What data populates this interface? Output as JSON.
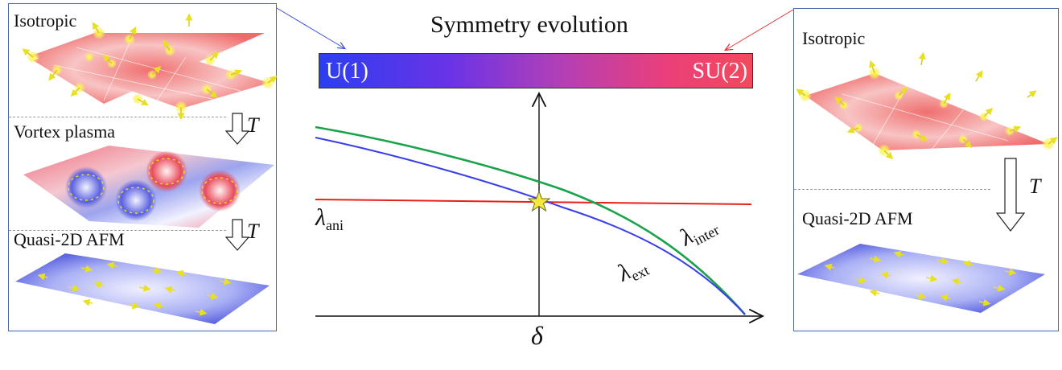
{
  "header": {
    "title": "Symmetry evolution"
  },
  "symmetry_bar": {
    "left_label": "U(1)",
    "right_label": "SU(2)"
  },
  "left_panel": {
    "sections": [
      {
        "label": "Isotropic"
      },
      {
        "label": "Vortex plasma"
      },
      {
        "label": "Quasi-2D AFM"
      }
    ],
    "arrow_label": "T"
  },
  "right_panel": {
    "sections": [
      {
        "label": "Isotropic"
      },
      {
        "label": "Quasi-2D AFM"
      }
    ],
    "arrow_label": "T"
  },
  "plot": {
    "x_axis_label": "δ",
    "curve_labels": {
      "ani": {
        "symbol": "λ",
        "subscript": "ani"
      },
      "inter": {
        "symbol": "λ",
        "subscript": "inter"
      },
      "ext": {
        "symbol": "λ",
        "subscript": "ext"
      }
    },
    "colors": {
      "ani": "#e8201c",
      "inter": "#1aa34a",
      "ext": "#3a3ee6",
      "star": "#f2e93a"
    }
  },
  "colors": {
    "isotropic": "#f4a0a0",
    "afm": "#5a62e0",
    "connector_left": "#3a4fe0",
    "connector_right": "#e03030",
    "frame": "#4a67a8"
  }
}
